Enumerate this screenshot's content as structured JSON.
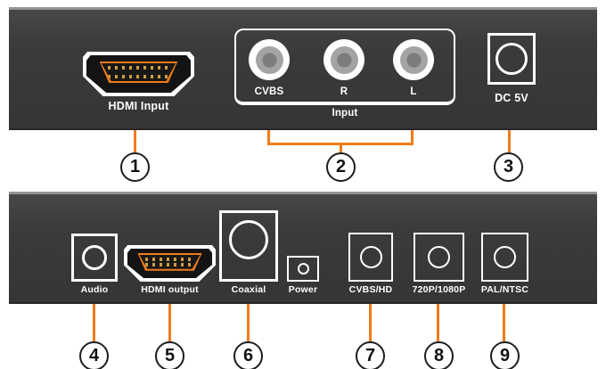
{
  "device": {
    "front_panel": {
      "hdmi": {
        "label": "HDMI Input"
      },
      "rca": {
        "jacks": [
          {
            "label": "CVBS"
          },
          {
            "label": "R"
          },
          {
            "label": "L"
          }
        ],
        "group_label": "Input"
      },
      "dc": {
        "label": "DC 5V"
      }
    },
    "rear_panel": {
      "audio": {
        "label": "Audio"
      },
      "hdmi_out": {
        "label": "HDMI output"
      },
      "coaxial": {
        "label": "Coaxial"
      },
      "power": {
        "label": "Power"
      },
      "buttons": [
        {
          "label": "CVBS/HD"
        },
        {
          "label": "720P/1080P"
        },
        {
          "label": "PAL/NTSC"
        }
      ]
    }
  },
  "callouts": [
    "1",
    "2",
    "3",
    "4",
    "5",
    "6",
    "7",
    "8",
    "9"
  ],
  "colors": {
    "panel": "#3b3b3b",
    "panel_edge": "#949494",
    "accent_orange": "#ef7c1a",
    "hdmi_pin_gold": "#d09c40",
    "port_outline": "#ffffff"
  }
}
